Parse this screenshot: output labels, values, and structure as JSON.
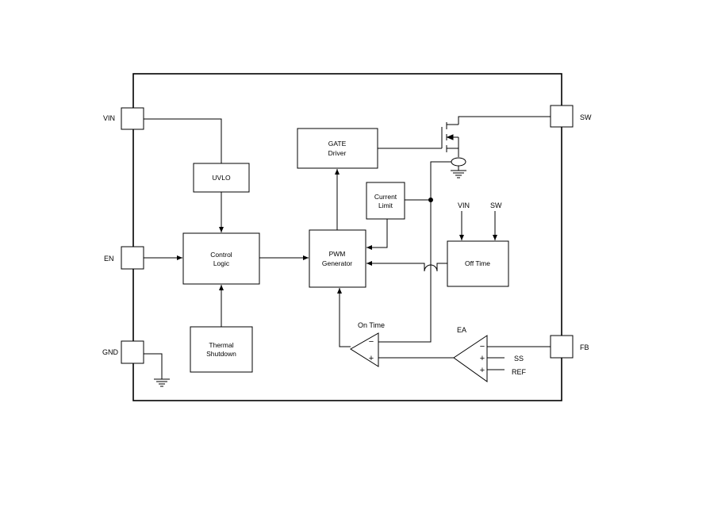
{
  "pins": {
    "vin": "VIN",
    "en": "EN",
    "gnd": "GND",
    "sw": "SW",
    "fb": "FB"
  },
  "blocks": {
    "uvlo": [
      "UVLO"
    ],
    "control_logic": [
      "Control",
      "Logic"
    ],
    "thermal_shutdown": [
      "Thermal",
      "Shutdown"
    ],
    "gate_driver": [
      "GATE",
      "Driver"
    ],
    "current_limit": [
      "Current",
      "Limit"
    ],
    "pwm_generator": [
      "PWM",
      "Generator"
    ],
    "off_time": [
      "Off Time"
    ]
  },
  "signals": {
    "off_time_vin": "VIN",
    "off_time_sw": "SW",
    "on_time": "On Time",
    "ea": "EA",
    "ss": "SS",
    "ref": "REF"
  },
  "symbols": {
    "minus": "−",
    "plus": "+"
  }
}
